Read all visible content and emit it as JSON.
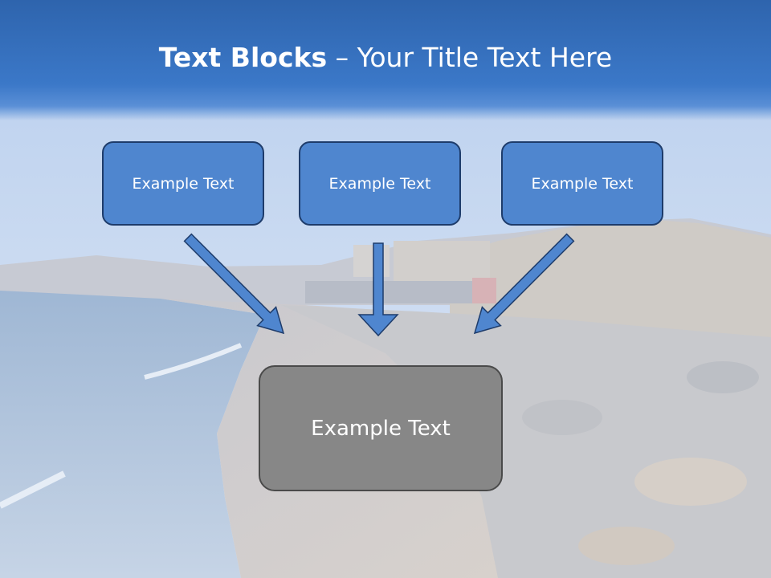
{
  "title": {
    "bold": "Text Blocks",
    "separator": " – ",
    "regular": "Your Title Text Here"
  },
  "boxes": [
    {
      "label": "Example Text"
    },
    {
      "label": "Example Text"
    },
    {
      "label": "Example Text"
    }
  ],
  "target_box": {
    "label": "Example Text"
  },
  "colors": {
    "header": "#3b78c8",
    "box_fill": "#4f86cf",
    "box_border": "#1e3c6b",
    "target_fill": "#878787",
    "target_border": "#4a4a4a",
    "arrow_fill": "#4f86cf",
    "arrow_stroke": "#1e3c6b"
  }
}
